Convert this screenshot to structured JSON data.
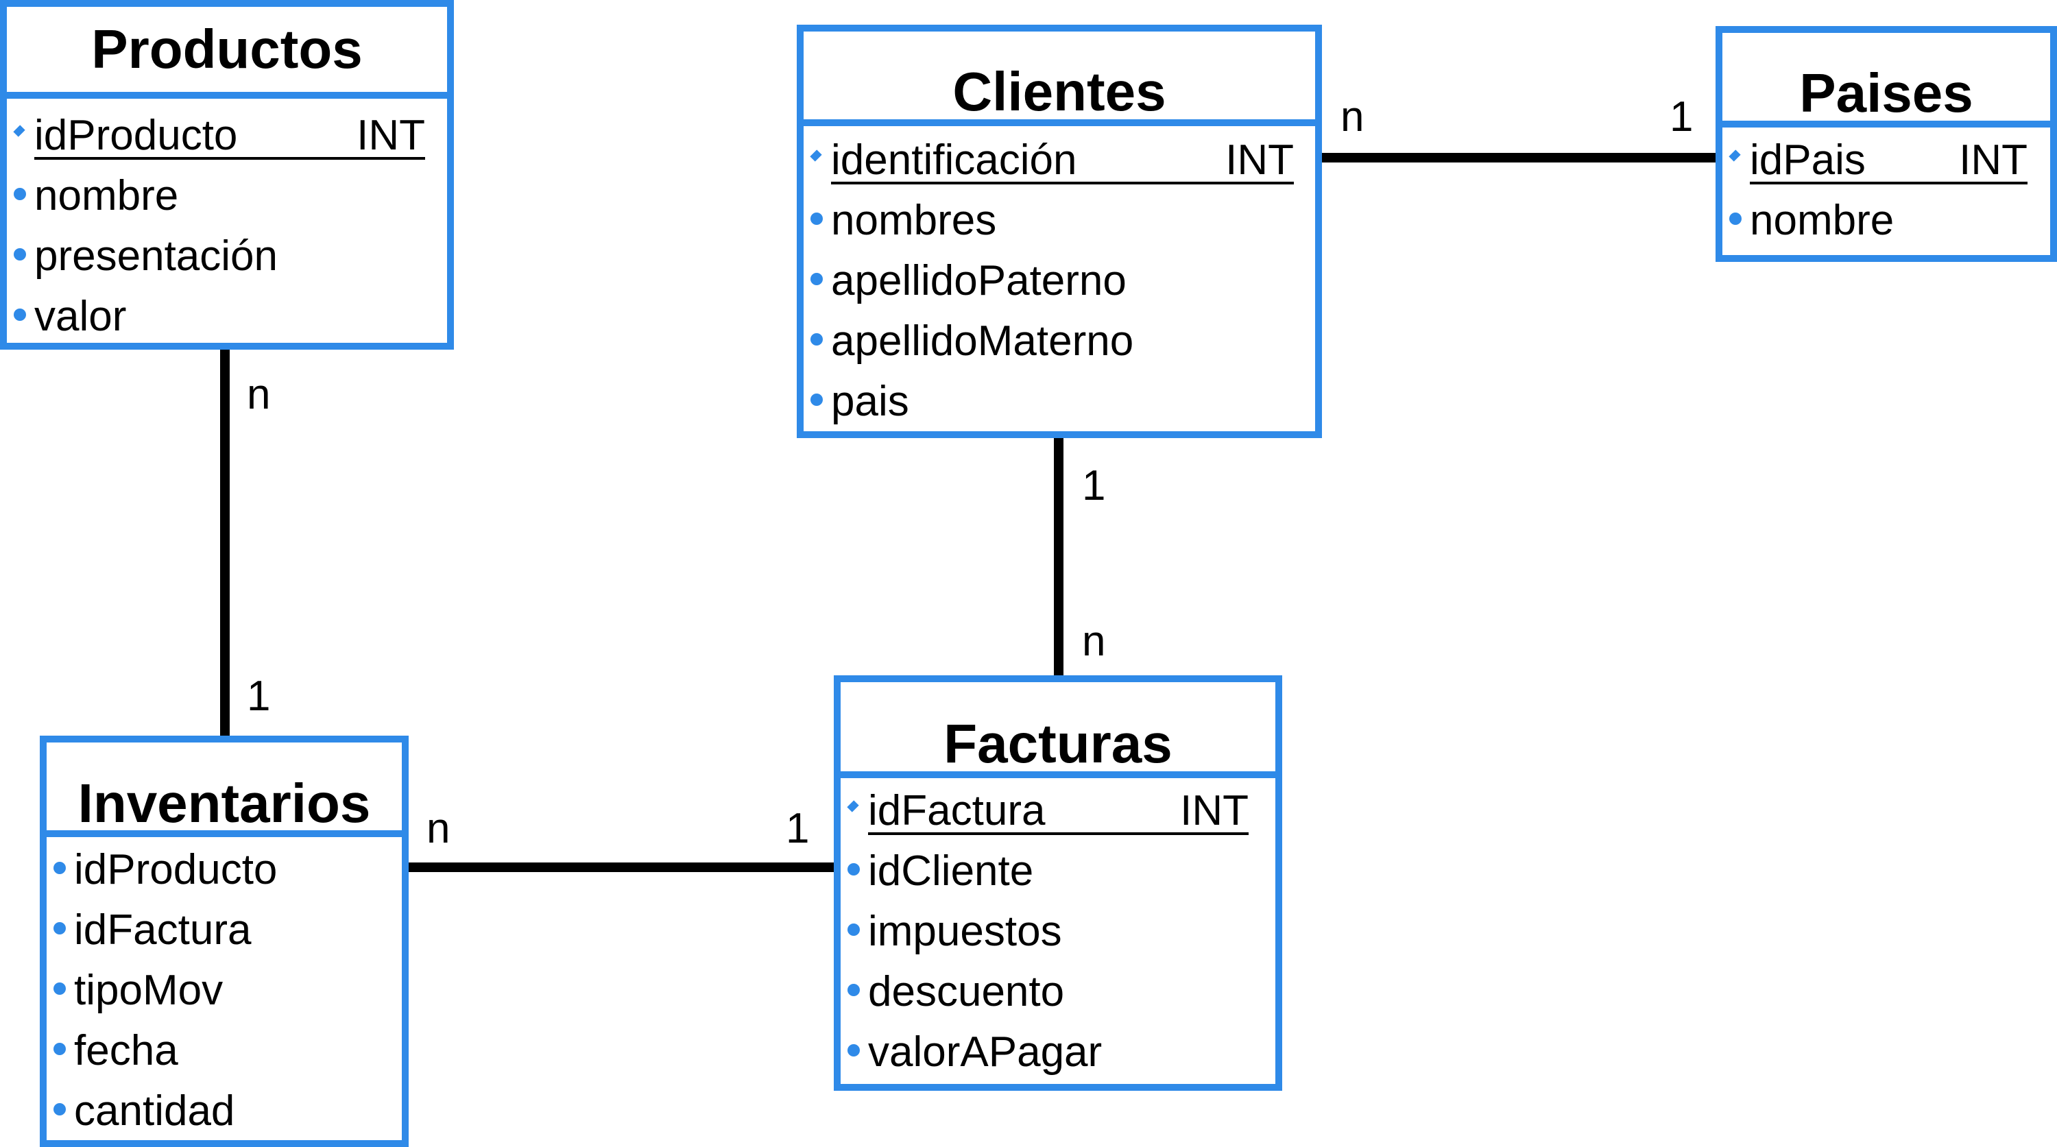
{
  "entities": {
    "productos": {
      "title": "Productos",
      "pk": {
        "name": "idProducto",
        "type": "INT"
      },
      "attrs": [
        "nombre",
        "presentación",
        "valor"
      ]
    },
    "clientes": {
      "title": "Clientes",
      "pk": {
        "name": "identificación",
        "type": "INT"
      },
      "attrs": [
        "nombres",
        "apellidoPaterno",
        "apellidoMaterno",
        "pais"
      ]
    },
    "paises": {
      "title": "Paises",
      "pk": {
        "name": "idPais",
        "type": "INT"
      },
      "attrs": [
        "nombre"
      ]
    },
    "inventarios": {
      "title": "Inventarios",
      "attrs": [
        "idProducto",
        "idFactura",
        "tipoMov",
        "fecha",
        "cantidad"
      ]
    },
    "facturas": {
      "title": "Facturas",
      "pk": {
        "name": "idFactura",
        "type": "INT"
      },
      "attrs": [
        "idCliente",
        "impuestos",
        "descuento",
        "valorAPagar"
      ]
    }
  },
  "relationships": [
    {
      "from": "Clientes",
      "to": "Paises",
      "from_card": "n",
      "to_card": "1"
    },
    {
      "from": "Productos",
      "to": "Inventarios",
      "from_card": "n",
      "to_card": "1"
    },
    {
      "from": "Clientes",
      "to": "Facturas",
      "from_card": "1",
      "to_card": "n"
    },
    {
      "from": "Inventarios",
      "to": "Facturas",
      "from_card": "n",
      "to_card": "1"
    }
  ],
  "colors": {
    "entity_border": "#2f8ae8",
    "line": "#000000"
  }
}
